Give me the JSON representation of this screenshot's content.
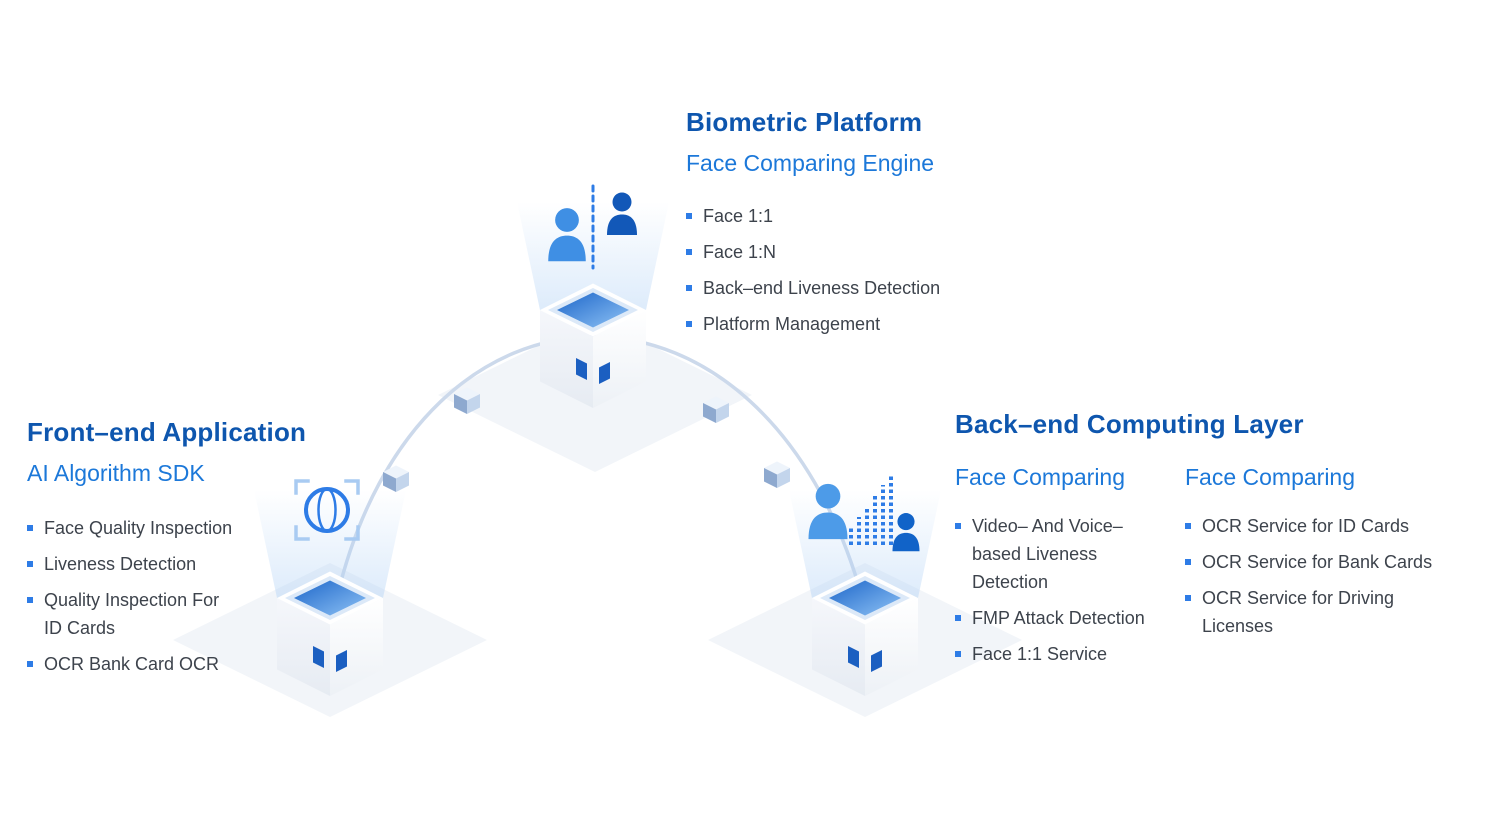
{
  "page": {
    "background": "#ffffff"
  },
  "colors": {
    "title_blue": "#0e56ae",
    "subtitle_blue": "#1c78d9",
    "body_text": "#3d434c",
    "bullet_blue": "#2e7ce6",
    "arc_gray_blue": "#ccd9eb",
    "cube_top_gradient_start": "#1d66c9",
    "cube_top_gradient_end": "#8ec2f5",
    "floor_gray": "#f2f5f9"
  },
  "icons": {
    "biometric": "face-compare-icon",
    "frontend": "face-scan-icon",
    "backend": "analytics-person-icon"
  },
  "nodes": {
    "biometric": {
      "title": "Biometric Platform",
      "subtitle": "Face Comparing Engine",
      "items": [
        "Face 1:1",
        "Face 1:N",
        "Back–end Liveness Detection",
        "Platform Management"
      ]
    },
    "frontend": {
      "title": "Front–end Application",
      "subtitle": "AI Algorithm SDK",
      "items": [
        "Face Quality Inspection",
        "Liveness Detection",
        "Quality Inspection For\nID Cards",
        "OCR Bank Card OCR"
      ]
    },
    "backend": {
      "title": "Back–end Computing Layer",
      "columns": [
        {
          "heading": "Face Comparing",
          "items": [
            "Video– And Voice–\nbased Liveness\nDetection",
            "FMP Attack Detection",
            "Face 1:1 Service"
          ]
        },
        {
          "heading": "Face Comparing",
          "items": [
            "OCR Service for ID Cards",
            "OCR Service for Bank Cards",
            "OCR Service for Driving\nLicenses"
          ]
        }
      ]
    }
  }
}
